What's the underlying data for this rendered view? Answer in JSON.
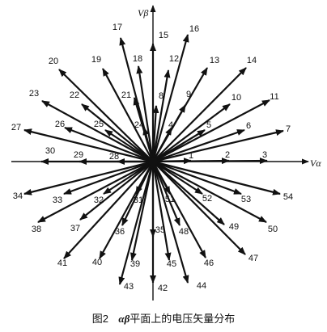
{
  "axes": {
    "x_label": "Vα",
    "y_label": "Vβ"
  },
  "caption": {
    "figure": "图2",
    "symbol": "αβ",
    "text": "平面上的电压矢量分布"
  },
  "vectors": [
    {
      "label": "1"
    },
    {
      "label": "2"
    },
    {
      "label": "3"
    },
    {
      "label": "4"
    },
    {
      "label": "5"
    },
    {
      "label": "6"
    },
    {
      "label": "7"
    },
    {
      "label": "8"
    },
    {
      "label": "9"
    },
    {
      "label": "10"
    },
    {
      "label": "11"
    },
    {
      "label": "12"
    },
    {
      "label": "13"
    },
    {
      "label": "14"
    },
    {
      "label": "15"
    },
    {
      "label": "16"
    },
    {
      "label": "17"
    },
    {
      "label": "18"
    },
    {
      "label": "19"
    },
    {
      "label": "20"
    },
    {
      "label": "21"
    },
    {
      "label": "22"
    },
    {
      "label": "23"
    },
    {
      "label": "24"
    },
    {
      "label": "25"
    },
    {
      "label": "26"
    },
    {
      "label": "27"
    },
    {
      "label": "28"
    },
    {
      "label": "29"
    },
    {
      "label": "30"
    },
    {
      "label": "31"
    },
    {
      "label": "32"
    },
    {
      "label": "33"
    },
    {
      "label": "34"
    },
    {
      "label": "35"
    },
    {
      "label": "36"
    },
    {
      "label": "37"
    },
    {
      "label": "38"
    },
    {
      "label": "39"
    },
    {
      "label": "40"
    },
    {
      "label": "41"
    },
    {
      "label": "42"
    },
    {
      "label": "43"
    },
    {
      "label": "44"
    },
    {
      "label": "45"
    },
    {
      "label": "46"
    },
    {
      "label": "47"
    },
    {
      "label": "48"
    },
    {
      "label": "49"
    },
    {
      "label": "50"
    },
    {
      "label": "51"
    },
    {
      "label": "52"
    },
    {
      "label": "53"
    },
    {
      "label": "54"
    }
  ]
}
